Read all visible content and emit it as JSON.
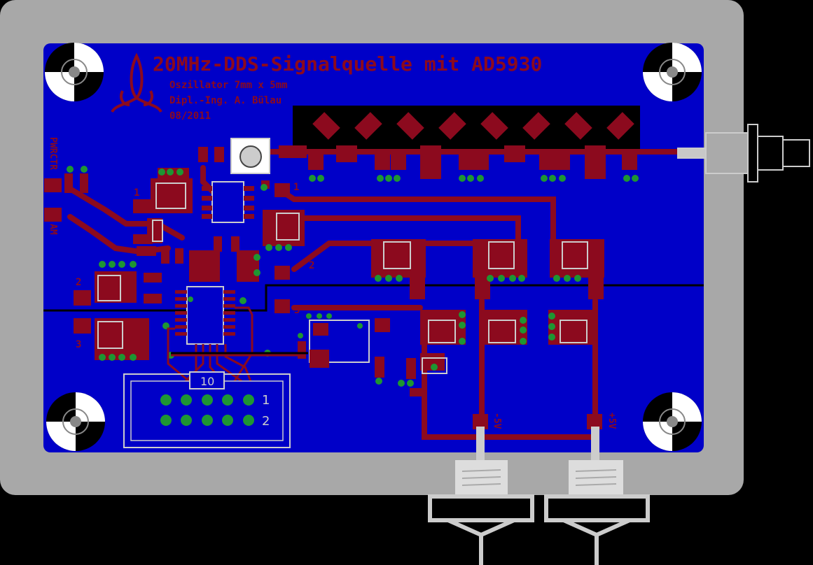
{
  "board": {
    "title": "20MHz-DDS-Signalquelle mit AD5930",
    "line1": "Oszillator 7mm x 5mm",
    "line2": "Dipl.-Ing. A. Bülau",
    "line3": "08/2011"
  },
  "labels": {
    "pwrctr": "PWRCTR",
    "am": "AM",
    "pin_1a": "1",
    "pin_1b": "1",
    "pin_2a": "2",
    "pin_2b": "2",
    "pin_3a": "3",
    "pin_3b": "3",
    "header_10": "10",
    "header_1": "1",
    "header_2": "2",
    "minus5v": "-5V",
    "plus5v": "+5V"
  },
  "colors": {
    "background": "#000000",
    "case": "#a8a8a8",
    "board": "#0000c8",
    "copper": "#8c0a1e",
    "silkscreen": "#c8c8c8",
    "via": "#1e9632"
  }
}
